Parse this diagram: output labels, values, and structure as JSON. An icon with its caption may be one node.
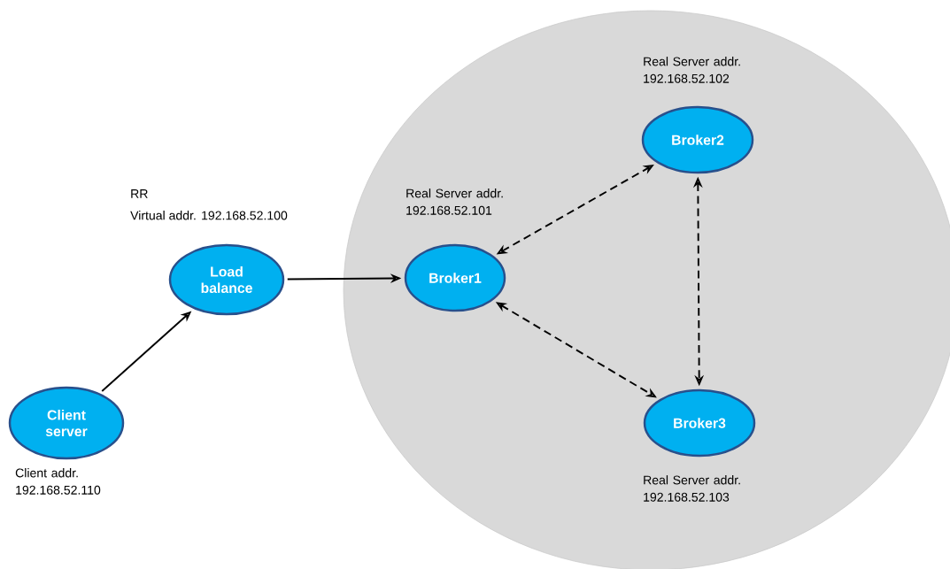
{
  "diagram": {
    "nodes": [
      {
        "text": [],
        "shape": "circle"
      },
      {
        "text": [
          "Client server"
        ],
        "beside": [
          "Client addr. 192.168.52.110"
        ]
      },
      {
        "text": [
          "Load balance"
        ],
        "beside": [
          "RR",
          "Virtual addr. 192.168.52.100"
        ]
      },
      {
        "text": [
          "Broker1"
        ],
        "in": 0,
        "beside": [
          "Real Server addr. 192.168.52.101"
        ]
      },
      {
        "text": [
          "Broker2"
        ],
        "in": 0,
        "beside": [
          "Real Server addr. 192.168.52.102"
        ]
      },
      {
        "text": [
          "Broker3"
        ],
        "in": 0,
        "beside": [
          "Real Server addr. 192.168.52.103"
        ]
      }
    ],
    "edges": [
      {
        "from": 1,
        "to": 2,
        "arrow": "to"
      },
      {
        "from": 2,
        "to": 3,
        "arrow": "to"
      },
      {
        "from": 3,
        "to": 4,
        "arrow": "both",
        "style": "dashed"
      },
      {
        "from": 4,
        "to": 5,
        "arrow": "both",
        "style": "dashed"
      },
      {
        "from": 3,
        "to": 5,
        "arrow": "both",
        "style": "dashed"
      }
    ]
  }
}
